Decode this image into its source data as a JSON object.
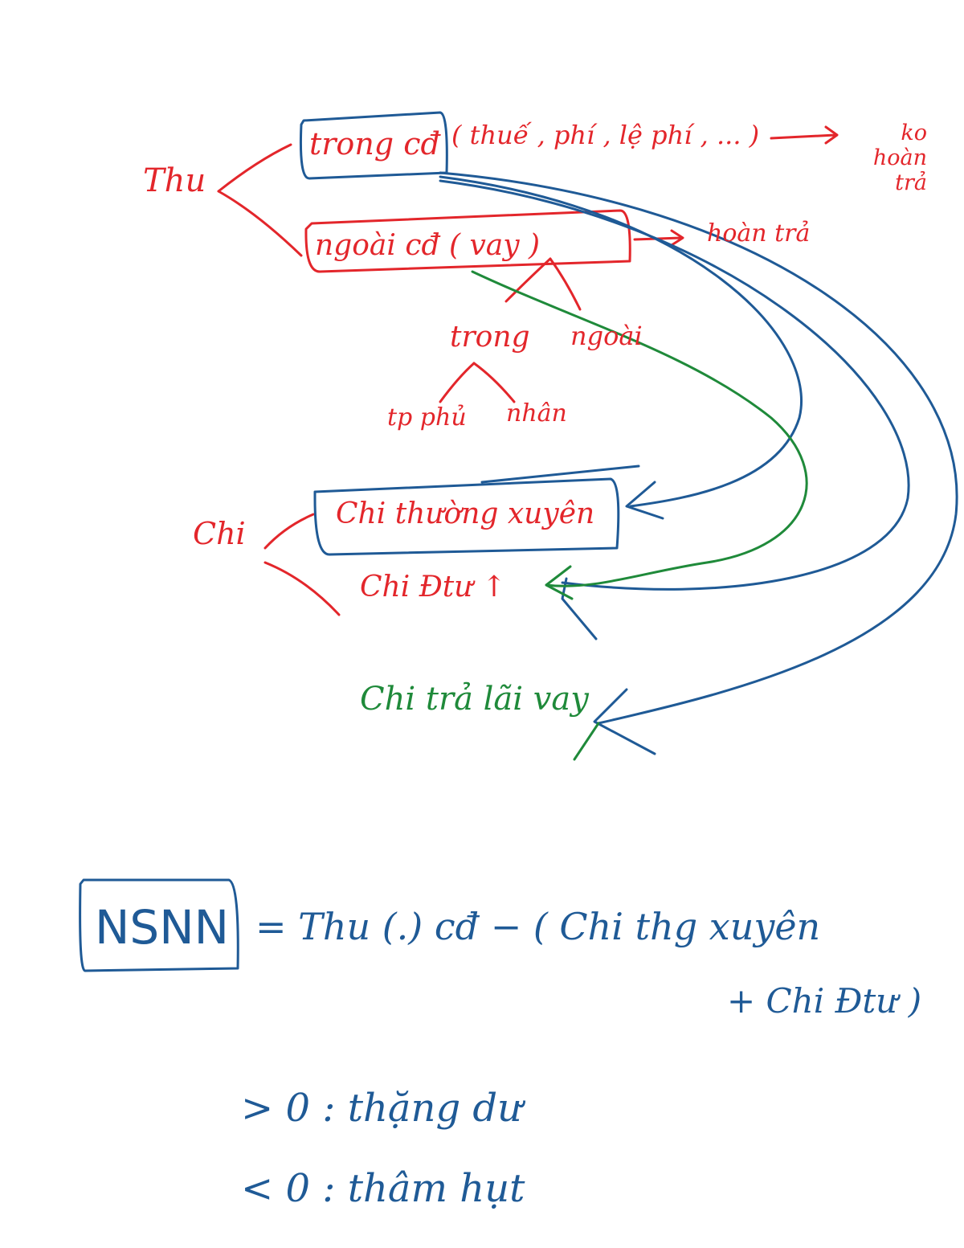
{
  "colors": {
    "red": "#e3262b",
    "blue": "#1f5a96",
    "green": "#1f8a3a"
  },
  "notes": {
    "thu": "Thu",
    "trong_cd": "trong cđ",
    "thue_phi": "( thuế , phí , lệ phí , ... )",
    "ko_hoan_tra": "ko hoàn trả",
    "ngoai_cd_vay": "ngoài cđ ( vay )",
    "hoan_tra": "hoàn trả",
    "trong": "trong",
    "ngoai": "ngoài",
    "tp_phu": "tp phủ",
    "nhan": "nhân",
    "chi": "Chi",
    "chi_thuong_xuyen": "Chi thường xuyên",
    "chi_dtu": "Chi Đtư ↑",
    "chi_tra_lai_vay": "Chi trả lãi vay",
    "nsnn": "NSNN",
    "equation_line1": "= Thu (.) cđ − ( Chi thg xuyên",
    "equation_line2": "+ Chi Đtư )",
    "gt_zero": "> 0 : thặng dư",
    "lt_zero": "< 0 : thâm hụt"
  }
}
